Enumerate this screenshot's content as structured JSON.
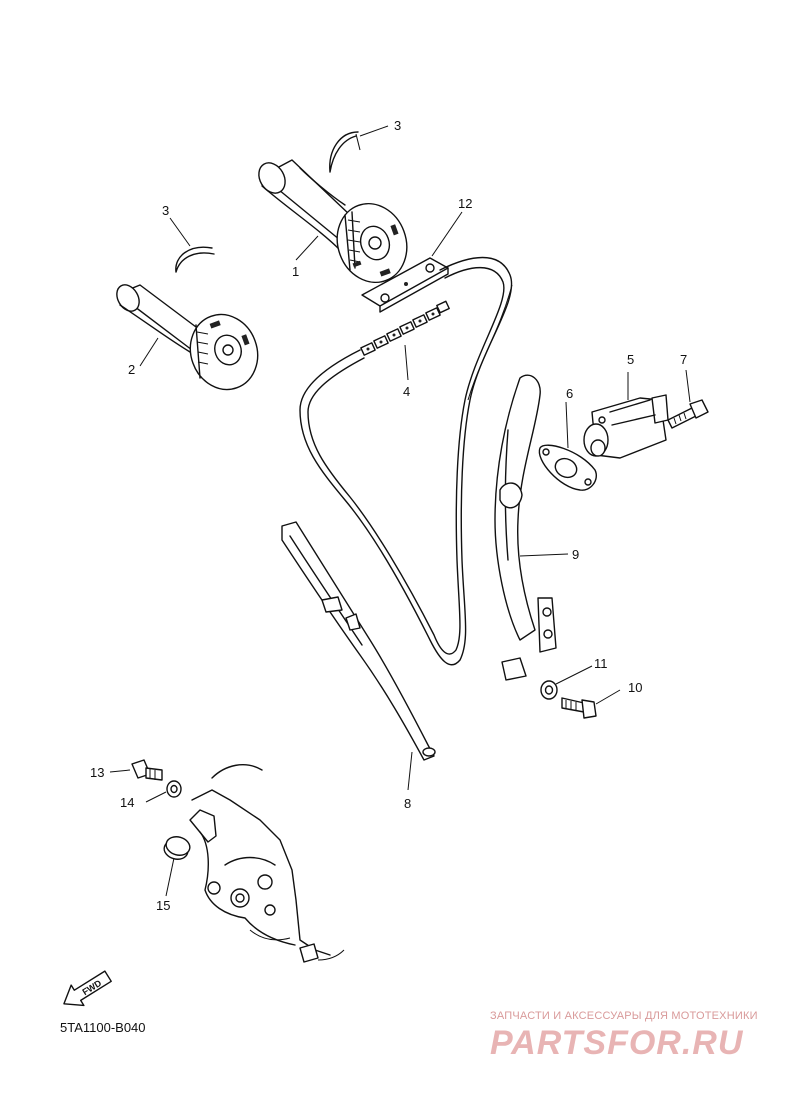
{
  "part_labels": {
    "p1": "1",
    "p2": "2",
    "p3a": "3",
    "p3b": "3",
    "p4": "4",
    "p5": "5",
    "p6": "6",
    "p7": "7",
    "p8": "8",
    "p9": "9",
    "p10": "10",
    "p11": "11",
    "p12": "12",
    "p13": "13",
    "p14": "14",
    "p15": "15"
  },
  "fwd_arrow": "FWD",
  "diagram_code": "5TA1100-B040",
  "watermark": {
    "tagline": "ЗАПЧАСТИ И АКСЕССУАРЫ ДЛЯ МОТОТЕХНИКИ",
    "logo": "PARTSFOR.RU"
  }
}
